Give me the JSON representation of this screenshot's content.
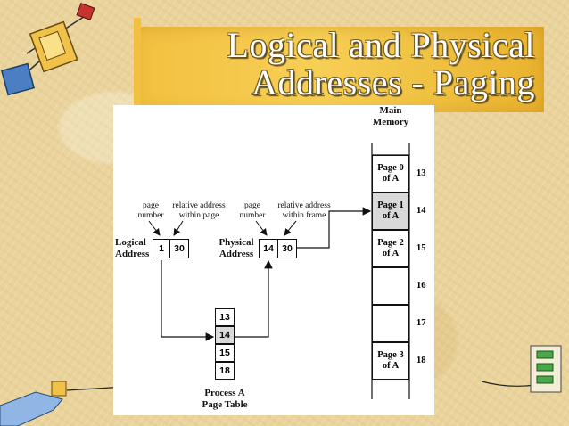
{
  "slide": {
    "title_line1": "Logical and Physical",
    "title_line2": "Addresses - Paging"
  },
  "diagram": {
    "main_memory_label_1": "Main",
    "main_memory_label_2": "Memory",
    "logical_label_1": "Logical",
    "logical_label_2": "Address",
    "physical_label_1": "Physical",
    "physical_label_2": "Address",
    "page_number_label_1": "page",
    "page_number_label_2": "number",
    "relative_page_label_1": "relative address",
    "relative_page_label_2": "within page",
    "page_number_label_b1": "page",
    "page_number_label_b2": "number",
    "relative_frame_label_1": "relative address",
    "relative_frame_label_2": "within frame",
    "logical_page": "1",
    "logical_offset": "30",
    "physical_frame": "14",
    "physical_offset": "30",
    "page_table": [
      "13",
      "14",
      "15",
      "18"
    ],
    "page_table_label_1": "Process A",
    "page_table_label_2": "Page Table",
    "frames": [
      {
        "num": "13",
        "line1": "Page 0",
        "line2": "of A"
      },
      {
        "num": "14",
        "line1": "Page 1",
        "line2": "of A"
      },
      {
        "num": "15",
        "line1": "Page 2",
        "line2": "of A"
      },
      {
        "num": "16",
        "line1": "",
        "line2": ""
      },
      {
        "num": "17",
        "line1": "",
        "line2": ""
      },
      {
        "num": "18",
        "line1": "Page 3",
        "line2": "of A"
      }
    ]
  }
}
